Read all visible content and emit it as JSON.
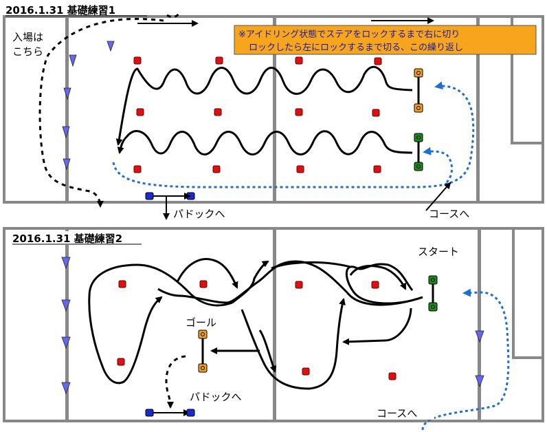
{
  "colors": {
    "wall": "#888888",
    "cone_red": "#dd1111",
    "cone_blue": "#6666ee",
    "marker_orange": "#f0a020",
    "marker_green": "#1a8a1a",
    "marker_blue": "#1a2ad0",
    "note_bg": "#f7a51c",
    "dotted_blue": "#1f6fd0",
    "dotted_black": "#000000"
  },
  "diagram1": {
    "title": "2016.1.31 基礎練習1",
    "entrance_line1": "入場は",
    "entrance_line2": "こちら",
    "note_line1": "※アイドリング状態でステアをロックするまで右に切り",
    "note_line2": "ロックしたら左にロックするまで切る、この繰り返し",
    "paddock_label": "パドックへ",
    "course_label": "コースへ"
  },
  "diagram2": {
    "title": "2016.1.31 基礎練習2",
    "start_label": "スタート",
    "goal_label": "ゴール",
    "paddock_label": "パドックへ",
    "course_label": "コースへ"
  }
}
